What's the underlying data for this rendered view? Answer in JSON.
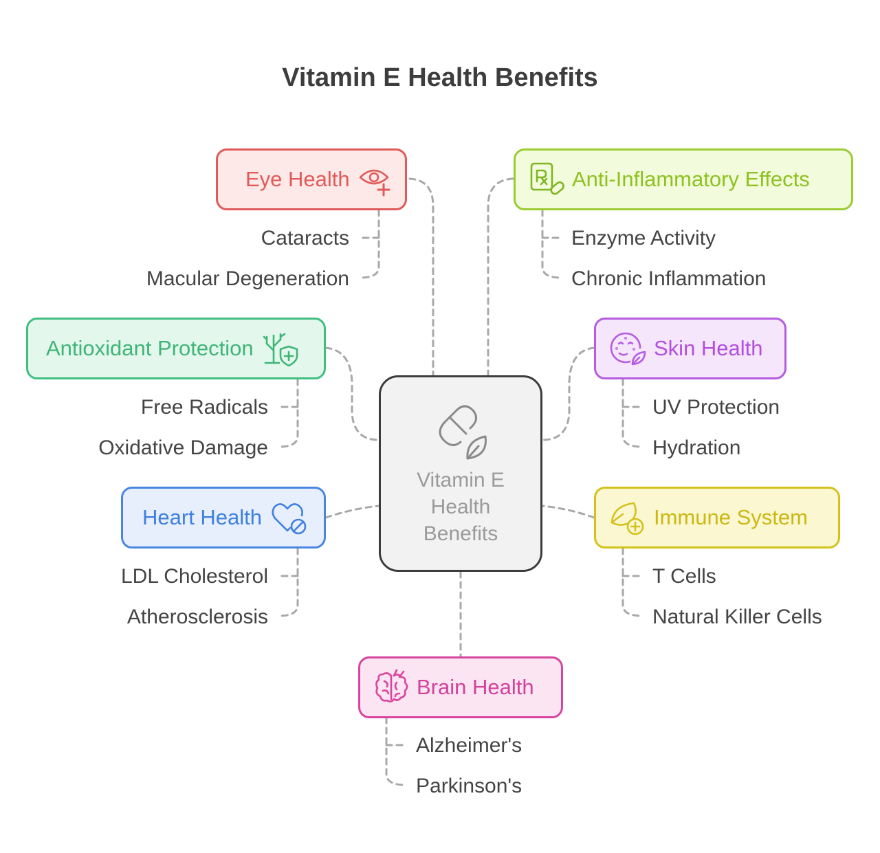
{
  "title": "Vitamin E Health Benefits",
  "center": {
    "label": "Vitamin E\nHealth\nBenefits",
    "icon": "capsule-leaf-icon"
  },
  "colors": {
    "connector": "#a8a8a8",
    "eye": "#e05a5a",
    "inflammation": "#9acd32",
    "antioxidant": "#3fbf7f",
    "skin": "#b55ce0",
    "heart": "#4a86e0",
    "immune": "#d4c21c",
    "brain": "#d9459e"
  },
  "benefits": {
    "eye": {
      "label": "Eye Health",
      "icon": "eye-plus-icon",
      "items": [
        "Cataracts",
        "Macular Degeneration"
      ]
    },
    "inflammation": {
      "label": "Anti-Inflammatory Effects",
      "icon": "prescription-pill-icon",
      "items": [
        "Enzyme Activity",
        "Chronic Inflammation"
      ]
    },
    "antioxidant": {
      "label": "Antioxidant Protection",
      "icon": "coral-shield-icon",
      "items": [
        "Free Radicals",
        "Oxidative Damage"
      ]
    },
    "skin": {
      "label": "Skin Health",
      "icon": "face-leaf-icon",
      "items": [
        "UV Protection",
        "Hydration"
      ]
    },
    "heart": {
      "label": "Heart Health",
      "icon": "heart-ban-icon",
      "items": [
        "LDL Cholesterol",
        "Atherosclerosis"
      ]
    },
    "immune": {
      "label": "Immune System",
      "icon": "leaf-plus-icon",
      "items": [
        "T Cells",
        "Natural Killer Cells"
      ]
    },
    "brain": {
      "label": "Brain Health",
      "icon": "brain-icon",
      "items": [
        "Alzheimer's",
        "Parkinson's"
      ]
    }
  }
}
